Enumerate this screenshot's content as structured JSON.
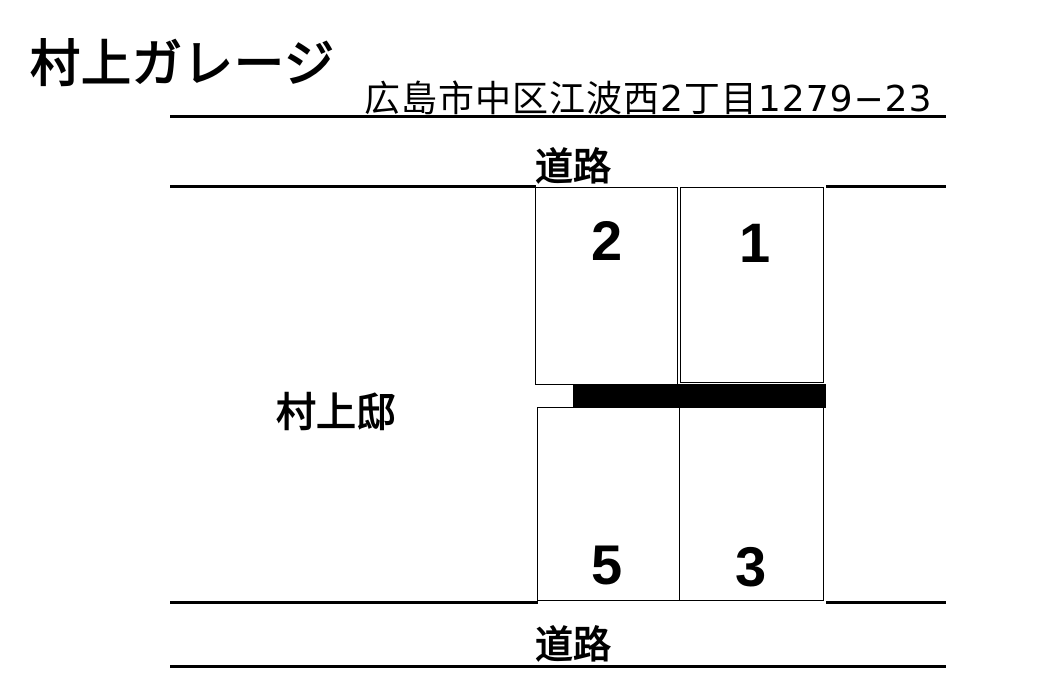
{
  "title": "村上ガレージ",
  "address": "広島市中区江波西2丁目1279−23",
  "road_top": "道路",
  "road_bottom": "道路",
  "estate_label": "村上邸",
  "spaces": [
    {
      "number": "2"
    },
    {
      "number": "1"
    },
    {
      "number": "5"
    },
    {
      "number": "3"
    }
  ]
}
